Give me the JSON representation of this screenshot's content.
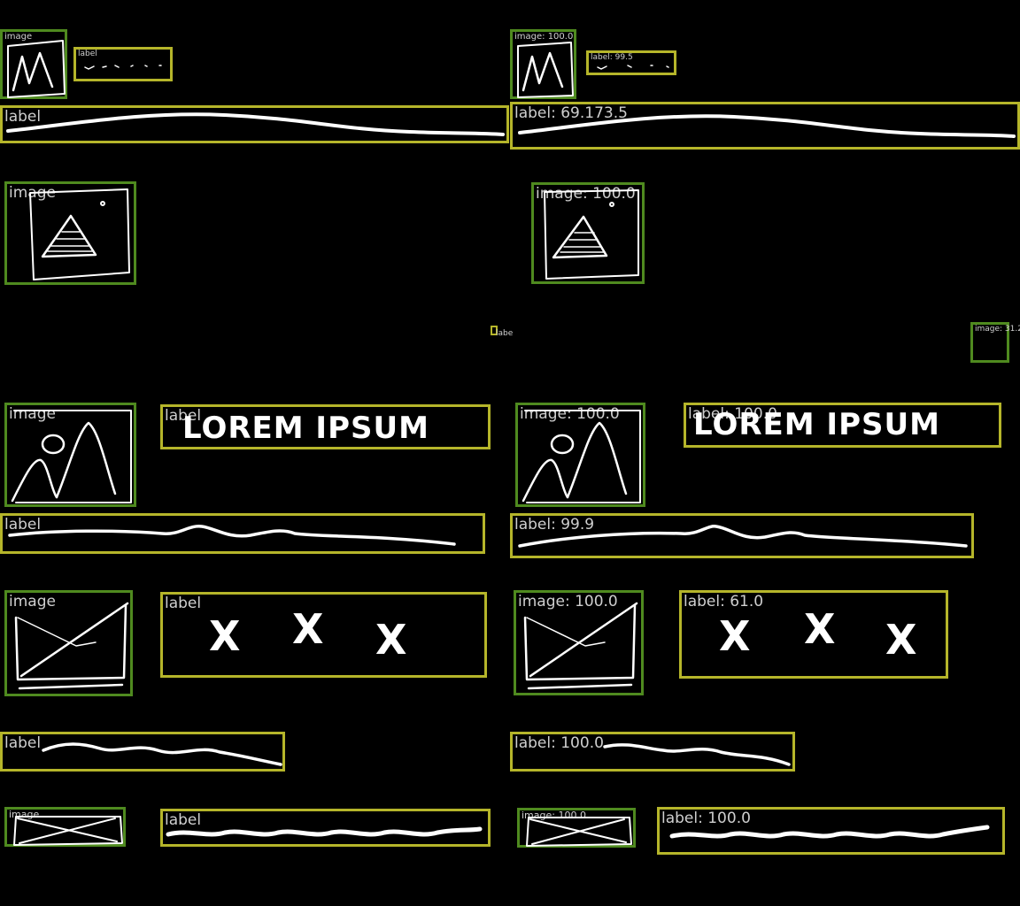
{
  "colors": {
    "background": "#000000",
    "label_box": "#b5b52a",
    "image_box": "#4f8a1f",
    "stroke": "#ffffff",
    "tag_text": "#cfcfcf"
  },
  "left_panel": {
    "boxes": [
      {
        "kind": "image",
        "tag": "image",
        "content": "mountain-sketch"
      },
      {
        "kind": "label",
        "tag": "label",
        "content": "scribble-line"
      },
      {
        "kind": "label",
        "tag": "label",
        "content": "wavy-line"
      },
      {
        "kind": "image",
        "tag": "image",
        "content": "triangle-sketch"
      },
      {
        "kind": "label",
        "tag": "labe",
        "content": "tiny-mark"
      },
      {
        "kind": "image",
        "tag": "image",
        "content": "mountain-sun-sketch"
      },
      {
        "kind": "label",
        "tag": "label",
        "text": "LOREM IPSUM"
      },
      {
        "kind": "label",
        "tag": "label",
        "content": "wavy-line"
      },
      {
        "kind": "image",
        "tag": "image",
        "content": "diagonal-sketch"
      },
      {
        "kind": "label",
        "tag": "label",
        "marks": [
          "X",
          "X",
          "X"
        ]
      },
      {
        "kind": "label",
        "tag": "label",
        "content": "wavy-line"
      },
      {
        "kind": "image",
        "tag": "image",
        "content": "crossed-box-sketch"
      },
      {
        "kind": "label",
        "tag": "label",
        "content": "wavy-line"
      }
    ]
  },
  "right_panel": {
    "boxes": [
      {
        "kind": "image",
        "tag": "image: 100.0",
        "content": "mountain-sketch"
      },
      {
        "kind": "label",
        "tag": "label: 99.5",
        "content": "scribble-line"
      },
      {
        "kind": "label",
        "tag": "label: 69.173.5",
        "content": "wavy-line"
      },
      {
        "kind": "image",
        "tag": "image: 100.0",
        "content": "triangle-sketch"
      },
      {
        "kind": "image",
        "tag": "image: 31.2",
        "content": "empty"
      },
      {
        "kind": "image",
        "tag": "image: 100.0",
        "content": "mountain-sun-sketch"
      },
      {
        "kind": "label",
        "tag": "label: 100.0",
        "text": "LOREM IPSUM"
      },
      {
        "kind": "label",
        "tag": "label: 99.9",
        "content": "wavy-line"
      },
      {
        "kind": "image",
        "tag": "image: 100.0",
        "content": "diagonal-sketch"
      },
      {
        "kind": "label",
        "tag": "label: 61.0",
        "marks": [
          "X",
          "X",
          "X"
        ]
      },
      {
        "kind": "label",
        "tag": "label: 100.0",
        "content": "wavy-line"
      },
      {
        "kind": "image",
        "tag": "image: 100.0",
        "content": "crossed-box-sketch"
      },
      {
        "kind": "label",
        "tag": "label: 100.0",
        "content": "wavy-line"
      }
    ]
  }
}
